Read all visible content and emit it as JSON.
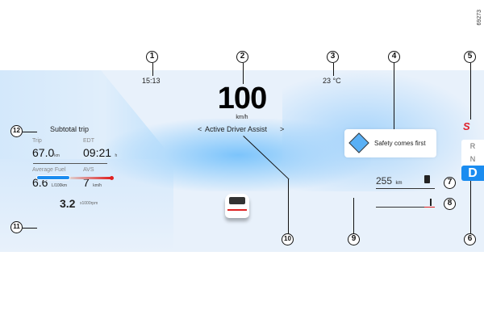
{
  "figure_id": "69273",
  "top": {
    "time": "15:13",
    "temperature": "23 °C"
  },
  "speed": {
    "value": "100",
    "unit": "km/h"
  },
  "adas": {
    "label": "Active Driver Assist",
    "prev": "<",
    "next": ">"
  },
  "notification": {
    "text": "Safety comes first"
  },
  "trip": {
    "title": "Subtotal trip",
    "trip_label": "Trip",
    "trip_value": "67.0",
    "trip_unit": "km",
    "edt_label": "EDT",
    "edt_value": "09:21",
    "edt_unit": "h",
    "fuel_label": "Average Fuel",
    "fuel_value": "6.6",
    "fuel_unit": "L/100km",
    "avs_label": "AVS",
    "avs_value": "7",
    "avs_unit": "km/h"
  },
  "rpm": {
    "value": "3.2",
    "unit": "x1000rpm",
    "fraction": 0.32
  },
  "range": {
    "value": "255",
    "unit": "km"
  },
  "gears": [
    "R",
    "N",
    "D"
  ],
  "active_gear": "D",
  "sport_mode": "S",
  "callouts": [
    "1",
    "2",
    "3",
    "4",
    "5",
    "6",
    "7",
    "8",
    "9",
    "10",
    "11",
    "12"
  ],
  "colors": {
    "accent": "#1a8cf0",
    "warning": "#e0202a",
    "panel": "#e8f1fb"
  }
}
